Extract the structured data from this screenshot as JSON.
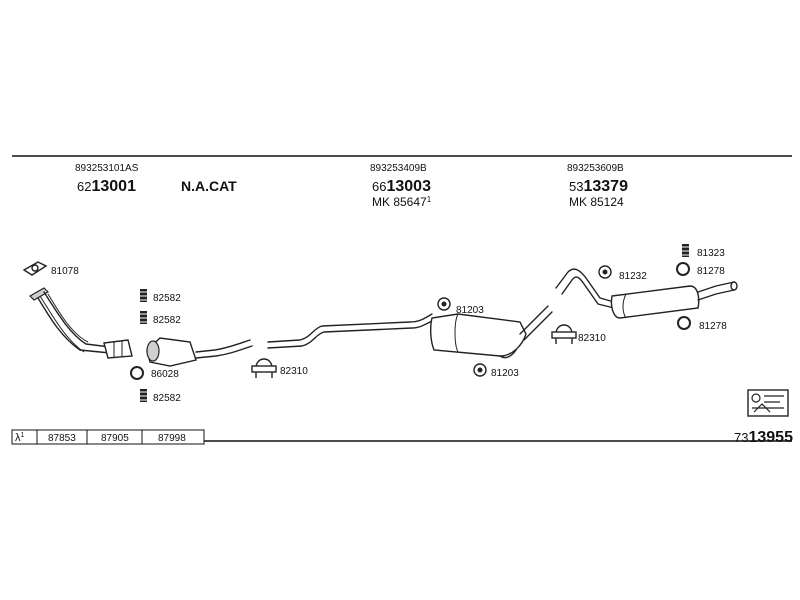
{
  "header": {
    "front": {
      "oem": "893253101AS",
      "prefix": "62",
      "code": "13001",
      "note": "N.A.CAT"
    },
    "middle": {
      "oem": "893253409B",
      "prefix": "66",
      "code": "13003",
      "mk": "MK 85647",
      "sup": "1"
    },
    "rear": {
      "oem": "893253609B",
      "prefix": "53",
      "code": "13379",
      "mk": "MK 85124"
    }
  },
  "parts": {
    "p81078": "81078",
    "p82582a": "82582",
    "p82582b": "82582",
    "p86028": "86028",
    "p82582c": "82582",
    "p82310a": "82310",
    "p81203a": "81203",
    "p81203b": "81203",
    "p82310b": "82310",
    "p81232": "81232",
    "p81323": "81323",
    "p81278a": "81278",
    "p81278b": "81278"
  },
  "lambda_table": {
    "symbol": "λ",
    "sup": "1",
    "cells": [
      "87853",
      "87905",
      "87998"
    ]
  },
  "kit": {
    "prefix": "73",
    "code": "13955"
  }
}
